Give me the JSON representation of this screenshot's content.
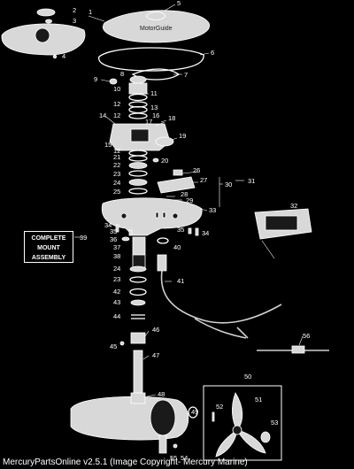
{
  "footer": {
    "text": "MercuryPartsOnline v2.5.1 (Image Copyright- Mercury Marine)"
  },
  "mount_box": {
    "lines": [
      "COMPLETE",
      "MOUNT",
      "ASSEMBLY"
    ]
  },
  "logo_text": "MotorGuide",
  "callouts": [
    {
      "id": "1",
      "label": "1"
    },
    {
      "id": "2",
      "label": "2"
    },
    {
      "id": "3",
      "label": "3"
    },
    {
      "id": "4",
      "label": "4"
    },
    {
      "id": "5",
      "label": "5"
    },
    {
      "id": "6",
      "label": "6"
    },
    {
      "id": "7",
      "label": "7"
    },
    {
      "id": "8",
      "label": "8"
    },
    {
      "id": "9",
      "label": "9"
    },
    {
      "id": "10",
      "label": "10"
    },
    {
      "id": "11",
      "label": "11"
    },
    {
      "id": "12a",
      "label": "12"
    },
    {
      "id": "13",
      "label": "13"
    },
    {
      "id": "12b",
      "label": "12"
    },
    {
      "id": "14",
      "label": "14"
    },
    {
      "id": "16",
      "label": "16"
    },
    {
      "id": "17",
      "label": "17"
    },
    {
      "id": "18",
      "label": "18"
    },
    {
      "id": "19",
      "label": "19"
    },
    {
      "id": "15",
      "label": "15"
    },
    {
      "id": "12c",
      "label": "12"
    },
    {
      "id": "21",
      "label": "21"
    },
    {
      "id": "20",
      "label": "20"
    },
    {
      "id": "22",
      "label": "22"
    },
    {
      "id": "23a",
      "label": "23"
    },
    {
      "id": "24a",
      "label": "24"
    },
    {
      "id": "25",
      "label": "25"
    },
    {
      "id": "26",
      "label": "26"
    },
    {
      "id": "27",
      "label": "27"
    },
    {
      "id": "28",
      "label": "28"
    },
    {
      "id": "29",
      "label": "29"
    },
    {
      "id": "30",
      "label": "30"
    },
    {
      "id": "31",
      "label": "31"
    },
    {
      "id": "32",
      "label": "32"
    },
    {
      "id": "33",
      "label": "33"
    },
    {
      "id": "34a",
      "label": "34"
    },
    {
      "id": "35a",
      "label": "35"
    },
    {
      "id": "36",
      "label": "36"
    },
    {
      "id": "35b",
      "label": "35"
    },
    {
      "id": "34b",
      "label": "34"
    },
    {
      "id": "37",
      "label": "37"
    },
    {
      "id": "38",
      "label": "38"
    },
    {
      "id": "39",
      "label": "39"
    },
    {
      "id": "40",
      "label": "40"
    },
    {
      "id": "41",
      "label": "41"
    },
    {
      "id": "24b",
      "label": "24"
    },
    {
      "id": "23b",
      "label": "23"
    },
    {
      "id": "42",
      "label": "42"
    },
    {
      "id": "43",
      "label": "43"
    },
    {
      "id": "44",
      "label": "44"
    },
    {
      "id": "45",
      "label": "45"
    },
    {
      "id": "46",
      "label": "46"
    },
    {
      "id": "47",
      "label": "47"
    },
    {
      "id": "48",
      "label": "48"
    },
    {
      "id": "49",
      "label": "49"
    },
    {
      "id": "50",
      "label": "50"
    },
    {
      "id": "51",
      "label": "51"
    },
    {
      "id": "52",
      "label": "52"
    },
    {
      "id": "53",
      "label": "53"
    },
    {
      "id": "54",
      "label": "54"
    },
    {
      "id": "55",
      "label": "55"
    },
    {
      "id": "56",
      "label": "56"
    }
  ]
}
